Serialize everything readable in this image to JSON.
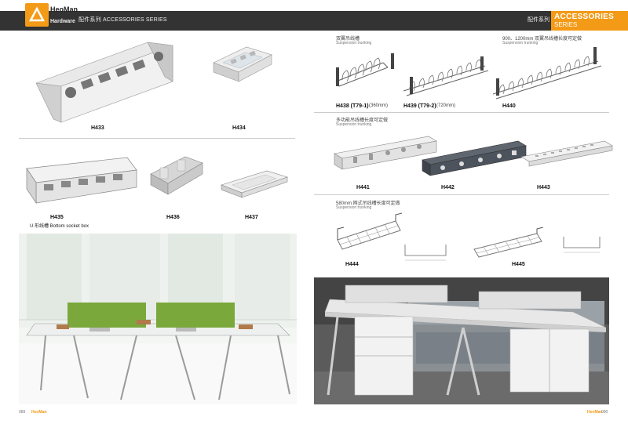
{
  "header": {
    "brand": "HeoMan",
    "brand_sub": "Hardware",
    "left_title": "配件系列 ACCESSORIES SERIES",
    "right_cn": "配件系列",
    "right_en1": "ACCESSORIES",
    "right_en2": "SERIES"
  },
  "left_products": [
    {
      "code": "H433"
    },
    {
      "code": "H434"
    },
    {
      "code": "H435"
    },
    {
      "code": "H436"
    },
    {
      "code": "H437"
    }
  ],
  "u_box_label": "U 形线槽  Bottom socket box",
  "right": {
    "sec1_cn": "双翼吊线槽",
    "sec1_en": "Suspension trunking",
    "sec1_note": "900、1200mm 双翼吊线槽长度可定做",
    "sec1_note_en": "Suspension trunking",
    "h438_code": "H438 (T79-1)",
    "h438_size": "(360mm)",
    "h439_code": "H439 (T79-2)",
    "h439_size": "(720mm)",
    "h440_code": "H440",
    "sec2_cn": "多功能吊线槽长度可定做",
    "sec2_en": "Suspension trunking",
    "h441_code": "H441",
    "h442_code": "H442",
    "h443_code": "H443",
    "sec3_cn": "580mm 网式吊线槽长度可定做",
    "sec3_en": "Suspension trunking",
    "h444_code": "H444",
    "h445_code": "H445"
  },
  "footer": {
    "left_page": "089",
    "left_brand": "HeoMan",
    "right_brand": "HeoMan",
    "right_page": "090"
  },
  "colors": {
    "accent": "#f39a17",
    "header_bar": "#333333",
    "desk_green": "#7aa83a"
  }
}
